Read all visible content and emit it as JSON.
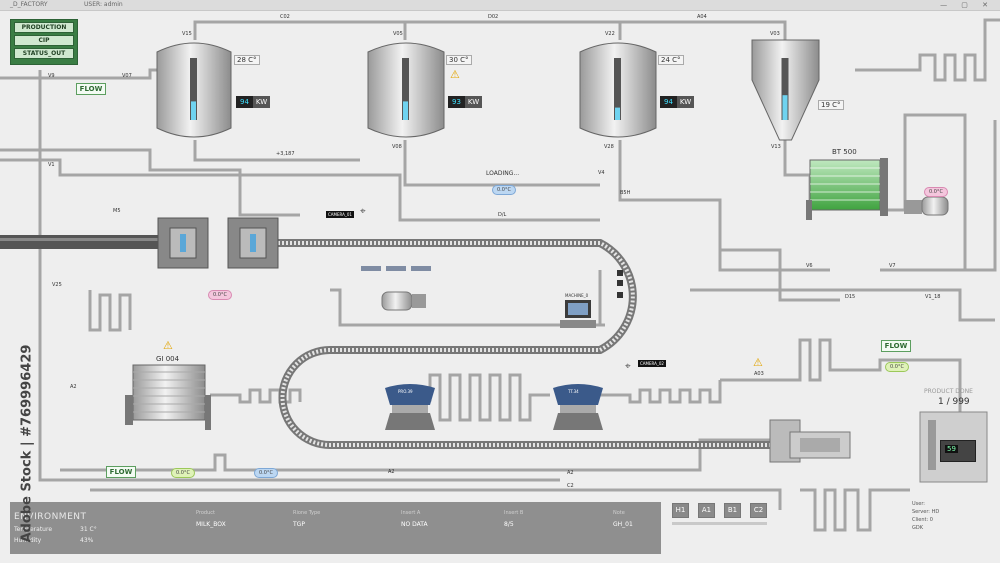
{
  "header": {
    "factory": "_D_FACTORY",
    "user": "USER: admin"
  },
  "modes": [
    "PRODUCTION",
    "CIP",
    "STATUS_OUT"
  ],
  "tanks": [
    {
      "tag": "V15",
      "temp": "28 C°",
      "kw_value": "94",
      "kw_unit": "KW",
      "level": 0.3
    },
    {
      "tag": "V05",
      "temp": "30 C°",
      "kw_value": "93",
      "kw_unit": "KW",
      "level": 0.3
    },
    {
      "tag": "V22",
      "temp": "24 C°",
      "kw_value": "94",
      "kw_unit": "KW",
      "level": 0.2
    },
    {
      "tag": "V03",
      "temp": "19 C°",
      "level": 0.4
    }
  ],
  "valves": {
    "top1": "C02",
    "top2": "D02",
    "top3": "A04",
    "v9": "V9",
    "v07": "V07",
    "v08": "V08",
    "v28": "V28",
    "v13": "V13",
    "v1": "V1",
    "v4": "V4",
    "v6": "V6",
    "v7": "V7",
    "m5": "M5",
    "v25": "V25",
    "a2a": "A2",
    "a2b": "A2",
    "a2c": "A2",
    "c2": "C2",
    "a03": "A03",
    "b5h": "B5H",
    "d15": "D15",
    "v18": "V1_18",
    "num": "+3,187",
    "dl": "D/L"
  },
  "status": {
    "loading": "LOADING..."
  },
  "pills": [
    "0.0°C",
    "0.0°C",
    "0.0°C",
    "0.0°C",
    "0.0°C",
    "0.0°C"
  ],
  "flows": [
    "FLOW",
    "FLOW",
    "FLOW"
  ],
  "cameras": [
    "CAMERA_01",
    "CAMERA_02"
  ],
  "equipment": {
    "bt500": "BT 500",
    "gi004": "GI 004",
    "mix1": "PRO.39",
    "mix2": "TT.34",
    "monitor": "MACHINE_0"
  },
  "product": {
    "label": "PRODUCT DONE",
    "count": "1 / 999",
    "screen": "59"
  },
  "environment": {
    "title": "ENVIRONMENT",
    "temperature_label": "Temperature",
    "temperature": "31 C°",
    "humidity_label": "Humidity",
    "humidity": "43%"
  },
  "columns": [
    {
      "header": "Product",
      "value": "MILK_BOX"
    },
    {
      "header": "Rione Type",
      "value": "TGP"
    },
    {
      "header": "Insert A",
      "value": "NO DATA"
    },
    {
      "header": "Insert B",
      "value": "8/5"
    },
    {
      "header": "Note",
      "value": "GH_01"
    }
  ],
  "buttons": [
    "H1",
    "A1",
    "B1",
    "C2"
  ],
  "server": {
    "user": "User:",
    "server": "Server: HD",
    "client": "Client: 0",
    "gdk": "GDK"
  },
  "watermark": "Adobe Stock | #769996429"
}
